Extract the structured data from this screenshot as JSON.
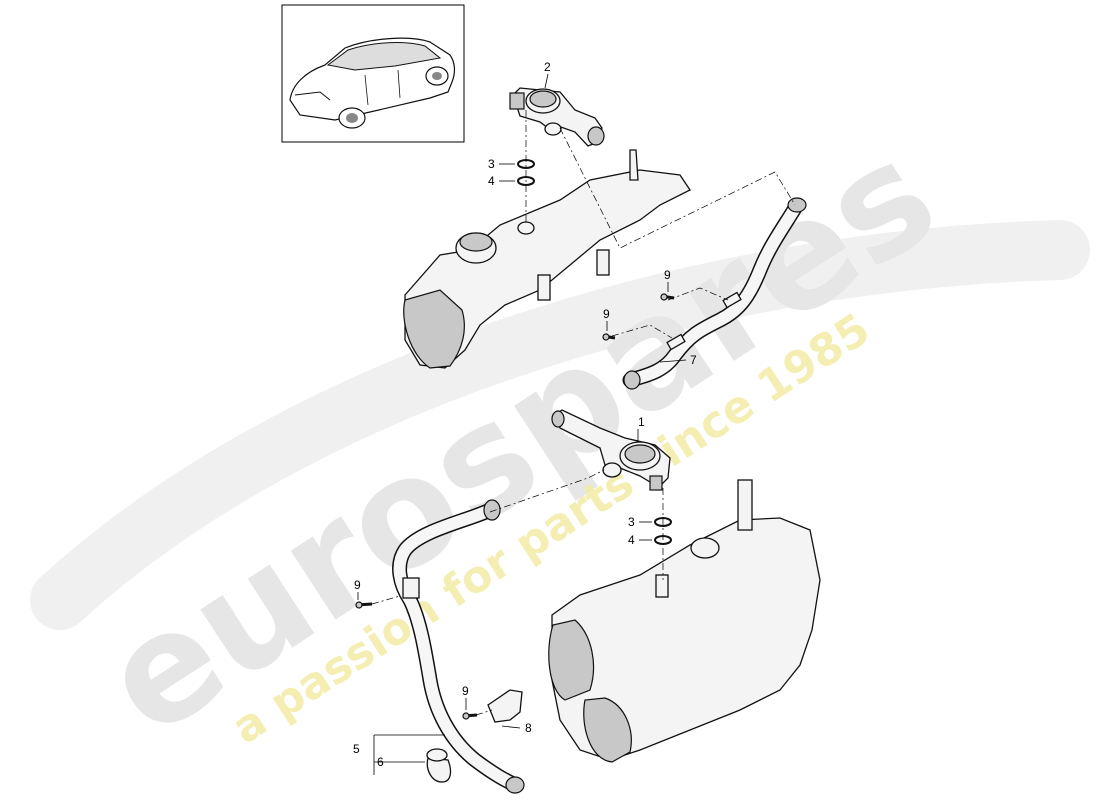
{
  "watermark": {
    "brand": "eurospares",
    "tagline": "a passion for parts since 1985",
    "brand_color": "#e6e6e6",
    "tagline_color": "#f2eba0"
  },
  "thumbnail": {
    "icon": "car-sedan-icon"
  },
  "callouts": {
    "top_2": "2",
    "top_3": "3",
    "top_4": "4",
    "top_9a": "9",
    "top_9b": "9",
    "top_7": "7",
    "bot_1": "1",
    "bot_3": "3",
    "bot_4": "4",
    "bot_9a": "9",
    "bot_9b": "9",
    "bot_8": "8",
    "bot_5": "5",
    "bot_6": "6"
  }
}
